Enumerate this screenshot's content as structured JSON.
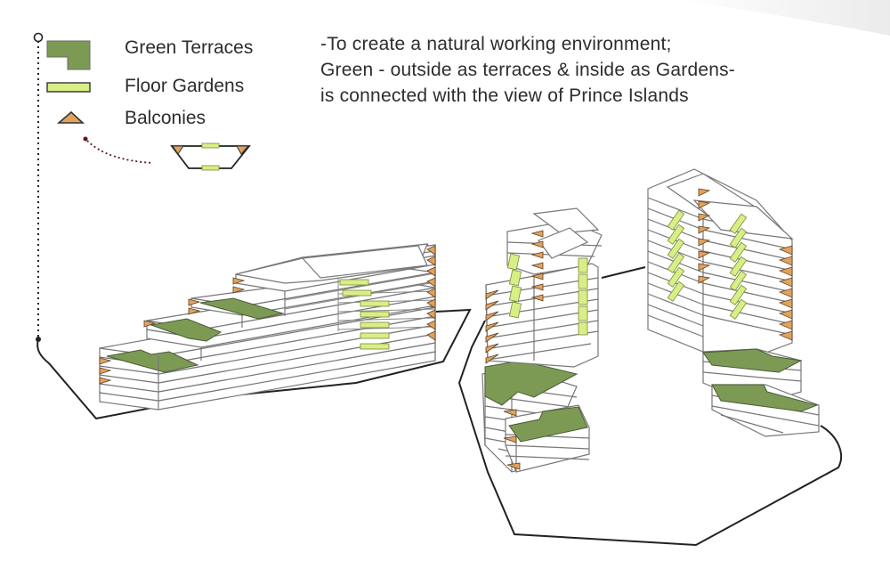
{
  "legend": {
    "items": [
      {
        "key": "green-terraces",
        "label": "Green Terraces",
        "icon": "green-terrace-swatch-icon"
      },
      {
        "key": "floor-gardens",
        "label": "Floor Gardens",
        "icon": "floor-garden-swatch-icon"
      },
      {
        "key": "balconies",
        "label": "Balconies",
        "icon": "balcony-triangle-icon"
      }
    ]
  },
  "description": {
    "lines": [
      "-To create a natural working environment;",
      "Green -  outside as terraces  & inside as Gardens-",
      "is connected with the view of Prince Islands"
    ]
  },
  "colors": {
    "terrace_green": "#7d9a55",
    "terrace_outline": "#4a5a38",
    "floor_garden": "#d8ee86",
    "floor_garden_outline": "#7a8a3a",
    "balcony": "#e3a15f",
    "balcony_outline": "#5a4020",
    "slab_fill": "#ffffff",
    "slab_stroke": "#777777",
    "site_outline": "#222222",
    "dotted_leader": "#5a1a1a",
    "text": "#2d2d2d"
  }
}
